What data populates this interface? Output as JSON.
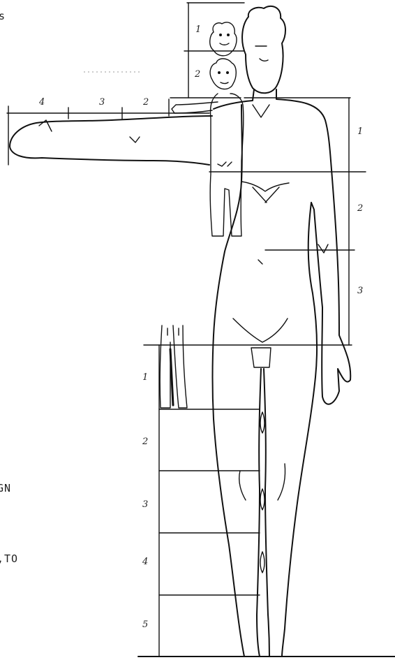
{
  "text_fragments": {
    "top_left": "s",
    "left_mid": "GN",
    "left_low": ",TO"
  },
  "head_scale_labels": [
    "1",
    "2"
  ],
  "arm_scale_labels": [
    "4",
    "3",
    "2"
  ],
  "torso_scale_labels": [
    "1",
    "2",
    "3"
  ],
  "leg_scale_labels": [
    "1",
    "2",
    "3",
    "4",
    "5"
  ],
  "colors": {
    "ink": "#111111",
    "paper": "#ffffff"
  }
}
